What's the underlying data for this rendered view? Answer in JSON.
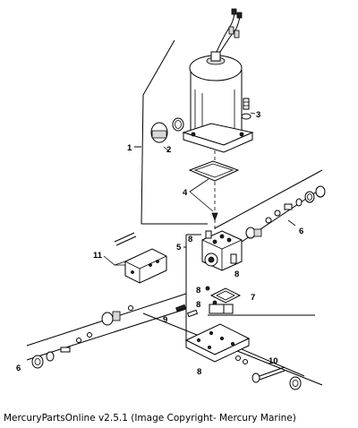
{
  "caption": "MercuryPartsOnline v2.5.1 (Image Copyright- Mercury Marine)",
  "callouts": [
    "1",
    "2",
    "3",
    "4",
    "5",
    "6",
    "6",
    "7",
    "8",
    "8",
    "8",
    "8",
    "8",
    "9",
    "10",
    "11"
  ]
}
